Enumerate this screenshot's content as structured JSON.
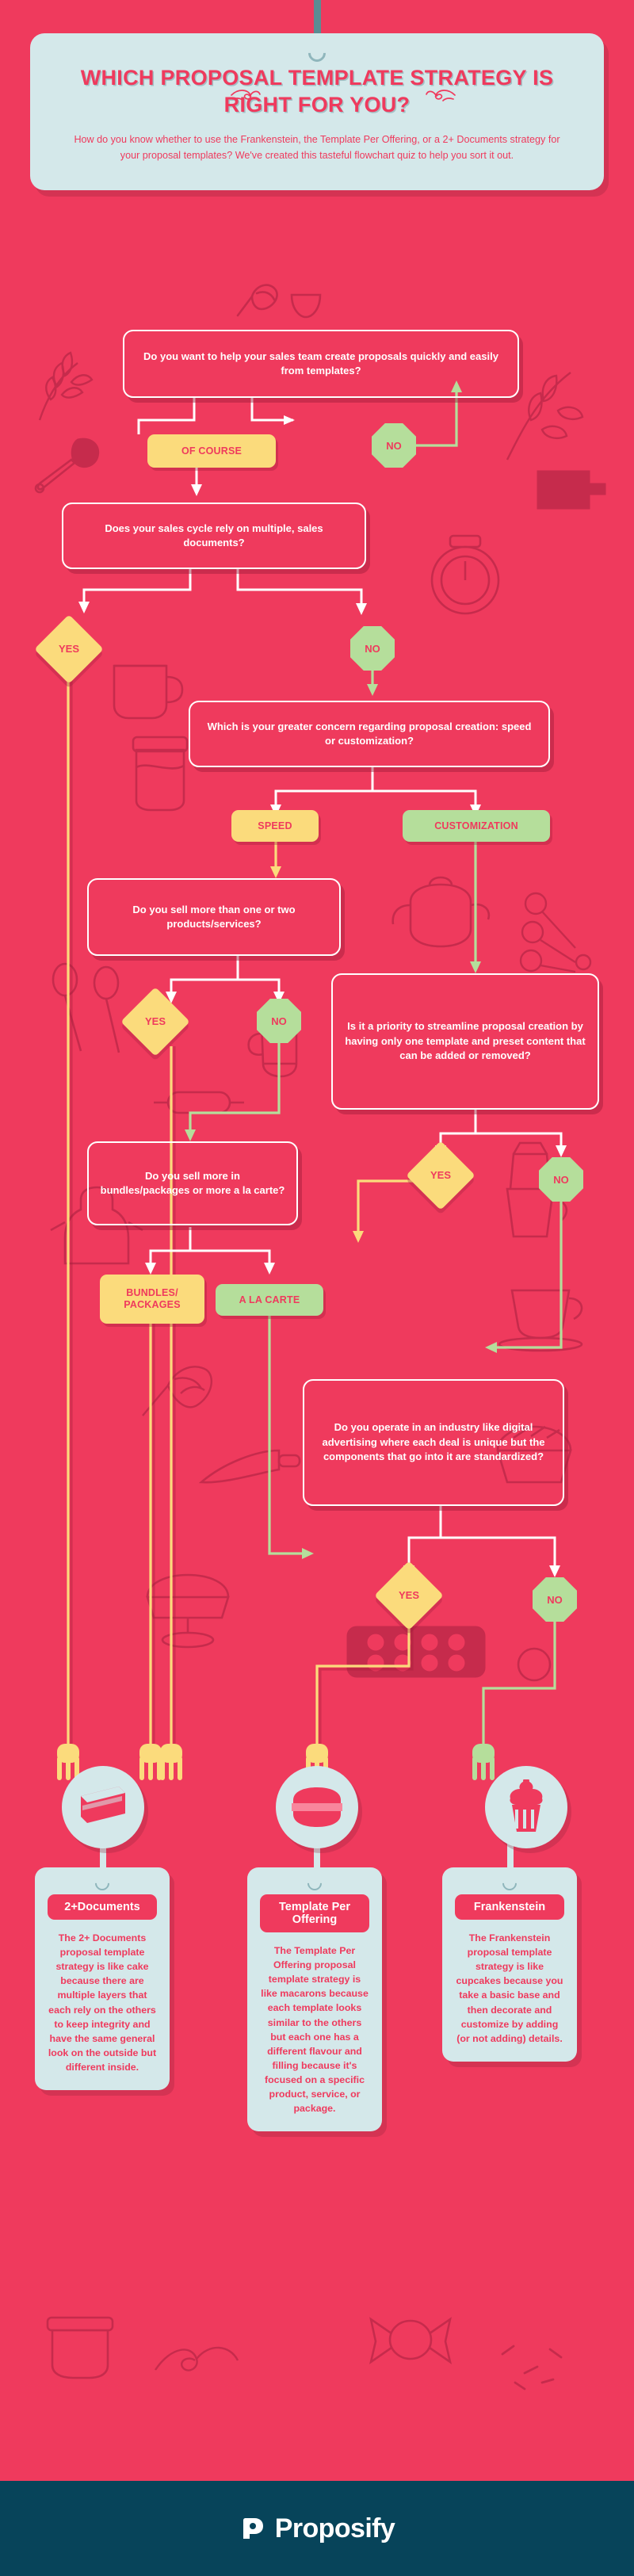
{
  "header": {
    "title": "WHICH PROPOSAL TEMPLATE STRATEGY IS RIGHT FOR YOU?",
    "subtitle": "How do you know whether to use the Frankenstein, the Template Per Offering, or a 2+ Documents strategy for your proposal templates? We've created this tasteful flowchart quiz to help you sort it out.",
    "hole_icon": "punch-hole-icon",
    "flourish_icon": "flourish-ornament-icon"
  },
  "flow": {
    "q1": "Do you want to help your sales team create proposals quickly and easily from templates?",
    "q1_yes": "OF COURSE",
    "q1_no": "NO",
    "q2": "Does your sales cycle rely on multiple, sales documents?",
    "q2_yes": "YES",
    "q2_no": "NO",
    "q3": "Which is your greater concern regarding proposal creation: speed or customization?",
    "q3_a": "SPEED",
    "q3_b": "CUSTOMIZATION",
    "q4": "Do you sell more than one or two products/services?",
    "q4_yes": "YES",
    "q4_no": "NO",
    "q5": "Is it a priority to streamline proposal creation by having only one template and preset content that can be added or removed?",
    "q5_yes": "YES",
    "q5_no": "NO",
    "q6": "Do you sell more in bundles/packages or more a la carte?",
    "q6_a": "BUNDLES/ PACKAGES",
    "q6_b": "A LA CARTE",
    "q7": "Do you operate in an industry like digital advertising where each deal is unique but the components that go into it are standardized?",
    "q7_yes": "YES",
    "q7_no": "NO"
  },
  "results": [
    {
      "icon": "cake-slice-icon",
      "tag": "2+Documents",
      "body": "The 2+ Documents proposal template strategy is like cake because there are multiple layers that each rely on the others to keep integrity and have the same general look on the outside but different inside."
    },
    {
      "icon": "macaron-icon",
      "tag": "Template Per Offering",
      "body": "The Template Per Offering proposal template strategy is like macarons because each template looks similar to the others but each one has a different flavour and filling because it's focused on a specific product, service, or package."
    },
    {
      "icon": "cupcake-icon",
      "tag": "Frankenstein",
      "body": "The Frankenstein proposal template strategy is like cupcakes because you take a basic base and then decorate and customize by adding (or not adding) details."
    }
  ],
  "footer": {
    "brand": "Proposify",
    "logo_icon": "proposify-mark-icon"
  },
  "colors": {
    "background": "#EF3A5D",
    "card": "#D4E8EA",
    "yellow": "#FBDB7C",
    "green": "#B5DE9B",
    "footer": "#07445A",
    "white": "#FFFFFF"
  }
}
